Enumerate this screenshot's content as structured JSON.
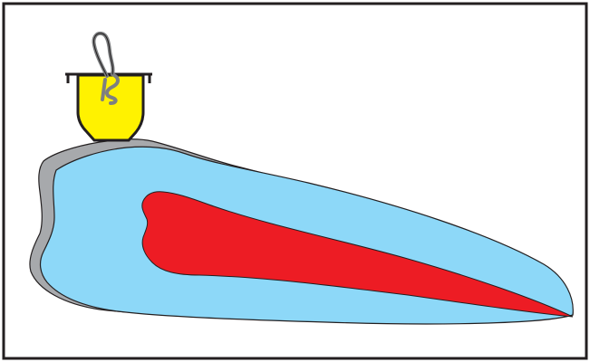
{
  "diagram": {
    "kind": "cross-section illustration",
    "colors": {
      "frame": "#231f20",
      "outer_layer": "#a7a9ac",
      "body_fill": "#8dd8f8",
      "core_fill": "#ed1c24",
      "cup_fill": "#fff200",
      "cup_outline": "#231f20",
      "hook_stroke": "#7d7f81"
    },
    "parts": [
      {
        "name": "hook",
        "icon": "wire-hook-icon"
      },
      {
        "name": "cup",
        "icon": "cup-holder-icon"
      },
      {
        "name": "outer-layer",
        "icon": "grey-shell-icon"
      },
      {
        "name": "body",
        "icon": "blue-body-icon"
      },
      {
        "name": "core",
        "icon": "red-core-icon"
      }
    ]
  }
}
